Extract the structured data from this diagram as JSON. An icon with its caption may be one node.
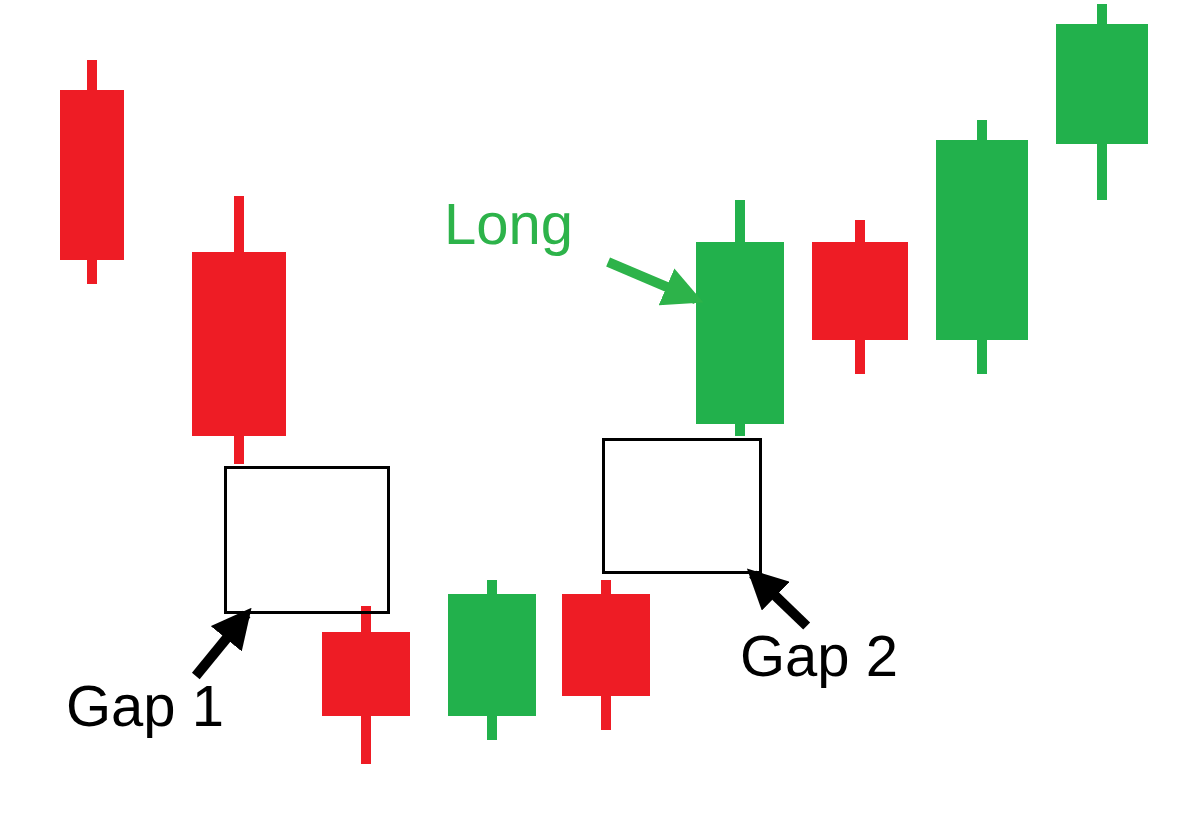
{
  "diagram": {
    "nodes": [
      {
        "text": [],
        "shape": "bar"
      },
      {
        "text": [],
        "shape": "bar"
      },
      {
        "text": [],
        "shape": "bar"
      },
      {
        "text": [],
        "shape": "bar"
      },
      {
        "text": [],
        "shape": "bar"
      },
      {
        "text": [],
        "shape": "bar"
      },
      {
        "text": [],
        "shape": "bar"
      },
      {
        "text": [],
        "shape": "bar"
      },
      {
        "text": [],
        "shape": "bar"
      },
      {
        "text": [],
        "shape": "box"
      },
      {
        "text": [
          "Gap 1"
        ]
      },
      {
        "text": [],
        "shape": "box"
      },
      {
        "text": [
          "Gap 2"
        ]
      },
      {
        "text": [
          "Long"
        ]
      }
    ],
    "edges": [
      {
        "from": 13,
        "to": 5,
        "arrow": "to",
        "color": "#2db34a"
      },
      {
        "from": 10,
        "to": 9,
        "arrow": "to"
      },
      {
        "from": 12,
        "to": 11,
        "arrow": "to"
      }
    ]
  }
}
